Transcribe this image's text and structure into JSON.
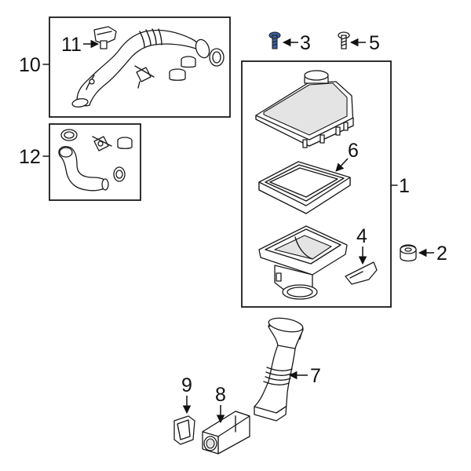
{
  "diagram": {
    "callouts": [
      {
        "id": "1",
        "text": "1"
      },
      {
        "id": "2",
        "text": "2"
      },
      {
        "id": "3",
        "text": "3"
      },
      {
        "id": "4",
        "text": "4"
      },
      {
        "id": "5",
        "text": "5"
      },
      {
        "id": "6",
        "text": "6"
      },
      {
        "id": "7",
        "text": "7"
      },
      {
        "id": "8",
        "text": "8"
      },
      {
        "id": "9",
        "text": "9"
      },
      {
        "id": "10",
        "text": "10"
      },
      {
        "id": "11",
        "text": "11"
      },
      {
        "id": "12",
        "text": "12"
      }
    ],
    "colors": {
      "line": "#1a1a1a",
      "accent": "#3a5f9e",
      "shade": "#e4e4e4",
      "background": "#ffffff"
    }
  }
}
